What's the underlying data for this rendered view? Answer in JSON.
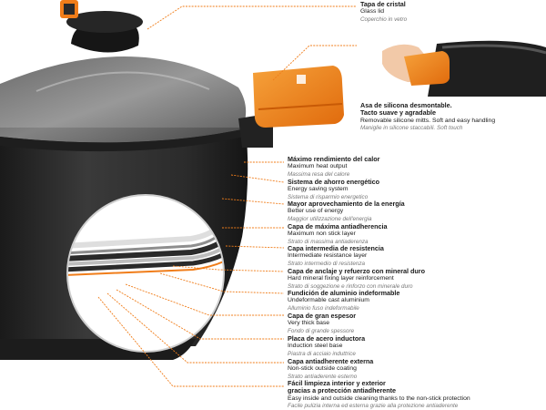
{
  "top_labels": [
    {
      "es": "Tapa de cristal",
      "en": "Glass lid",
      "it": "Coperchio in vetro"
    },
    {
      "es": "Asa de silicona desmontable.",
      "es2": "Tacto suave y agradable",
      "en": "Removable silicone mitts. Soft and easy handling",
      "it": "Maniglie in silicone staccabili. Soft touch"
    }
  ],
  "features": [
    {
      "es": "Máximo rendimiento del calor",
      "en": "Maximum heat output",
      "it": "Massima resa del calore"
    },
    {
      "es": "Sistema de ahorro energético",
      "en": "Energy saving system",
      "it": "Sistema di risparmio energetico"
    },
    {
      "es": "Mayor aprovechamiento de la energía",
      "en": "Better use of energy",
      "it": "Maggior utilizzazione dell'energia"
    },
    {
      "es": "Capa de máxima antiadherencia",
      "en": "Maximum non stick layer",
      "it": "Strato di massima antiaderenza"
    },
    {
      "es": "Capa intermedia de resistencia",
      "en": "Intermediate resistance layer",
      "it": "Strato intermedio di resistenza"
    },
    {
      "es": "Capa de anclaje y refuerzo con mineral duro",
      "en": "Hard mineral fixing layer reinforcement",
      "it": "Strato di soggezione e rinforzo con minerale duro"
    },
    {
      "es": "Fundición de aluminio indeformable",
      "en": "Undeformable cast aluminium",
      "it": "Alluminio fuso indeformabile"
    },
    {
      "es": "Capa de gran espesor",
      "en": "Very thick base",
      "it": "Fondo di grande spessore"
    },
    {
      "es": "Placa de acero inductora",
      "en": "Induction steel base",
      "it": "Piastra di acciaio induttrice"
    },
    {
      "es": "Capa antiadherente externa",
      "en": "Non-stick outside coating",
      "it": "Strato antiaderente esterno"
    },
    {
      "es": "Fácil limpieza interior y exterior",
      "es2": "gracias a protección antiadherente",
      "en": "Easy inside and outside cleaning thanks to the non-stick protection",
      "it": "Facile pulizia interna ed esterna grazie alla protezione antiaderente"
    }
  ],
  "colors": {
    "accent": "#f07d1a",
    "pot": "#2a2a2a",
    "line": "#f07d1a"
  }
}
